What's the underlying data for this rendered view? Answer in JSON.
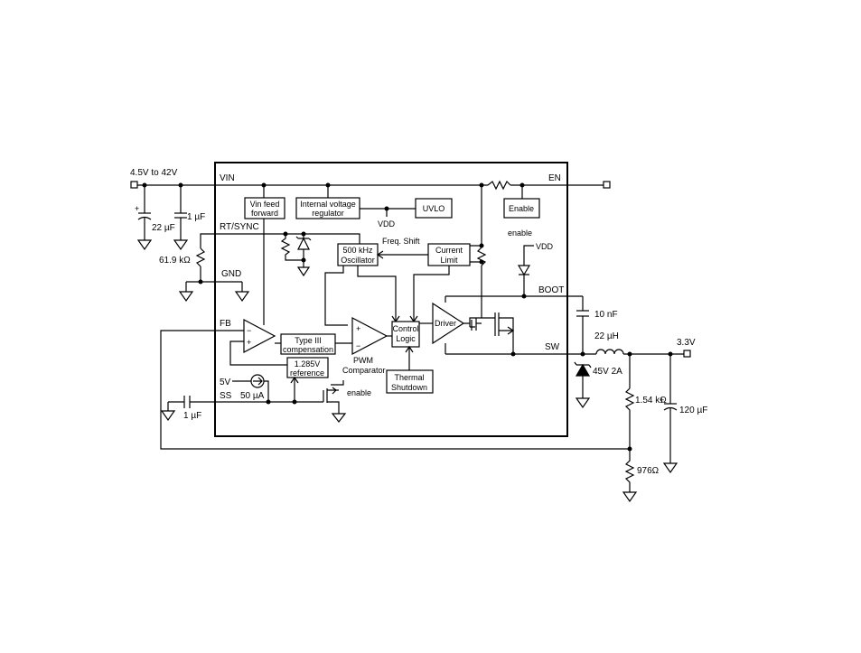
{
  "labels": {
    "vin_range": "4.5V to 42V",
    "vin": "VIN",
    "en": "EN",
    "rt_sync": "RT/SYNC",
    "gnd": "GND",
    "fb": "FB",
    "five_v": "5V",
    "ss": "SS",
    "boot": "BOOT",
    "sw": "SW",
    "vdd_top": "VDD",
    "vdd_right": "VDD",
    "freq_shift": "Freq. Shift",
    "enable_sig": "enable",
    "enable_sig2": "enable",
    "current_50ua": "50 µA",
    "vout": "3.3V",
    "diode": "45V 2A",
    "plus": "+",
    "minus": "−"
  },
  "components": {
    "c_in_bulk": "22 µF",
    "c_in": "1 µF",
    "r_rt": "61.9 kΩ",
    "c_ss": "1 µF",
    "c_boot": "10 nF",
    "inductor": "22 µH",
    "r_top": "1.54 kΩ",
    "r_bottom": "976Ω",
    "c_out": "120 µF"
  },
  "blocks": {
    "vin_ff_1": "Vin feed",
    "vin_ff_2": "forward",
    "ivr_1": "Internal voltage",
    "ivr_2": "regulator",
    "uvlo": "UVLO",
    "enable": "Enable",
    "osc_1": "500 kHz",
    "osc_2": "Oscillator",
    "cl_1": "Current",
    "cl_2": "Limit",
    "t3_1": "Type III",
    "t3_2": "compensation",
    "pwm_1": "PWM",
    "pwm_2": "Comparator",
    "ctrl_1": "Control",
    "ctrl_2": "Logic",
    "driver": "Driver",
    "ref_1": "1.285V",
    "ref_2": "reference",
    "th_1": "Thermal",
    "th_2": "Shutdown"
  }
}
